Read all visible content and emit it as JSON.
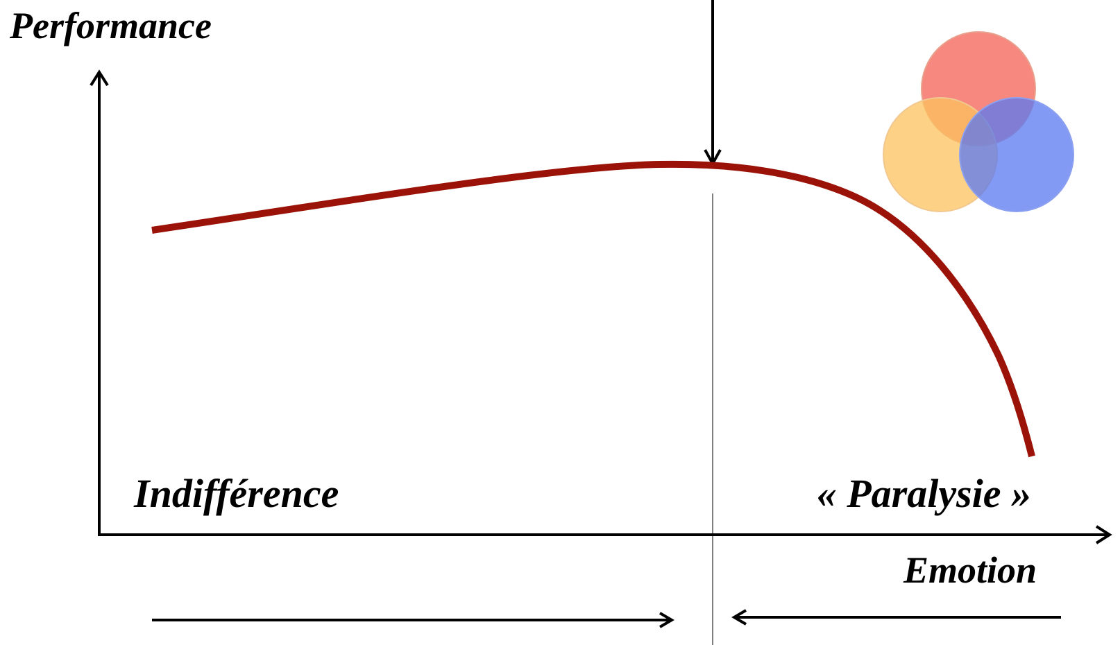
{
  "axes": {
    "y_label": "Performance",
    "x_label": "Emotion"
  },
  "zones": {
    "left_label": "Indifférence",
    "right_label": "« Paralysie »"
  },
  "colors": {
    "curve": "#9b1308",
    "axis": "#000000",
    "circle_red": "#f4736a",
    "circle_orange": "#fcc15e",
    "circle_blue": "#5a78f0"
  },
  "icons": [
    "overlapping-circles-icon"
  ]
}
